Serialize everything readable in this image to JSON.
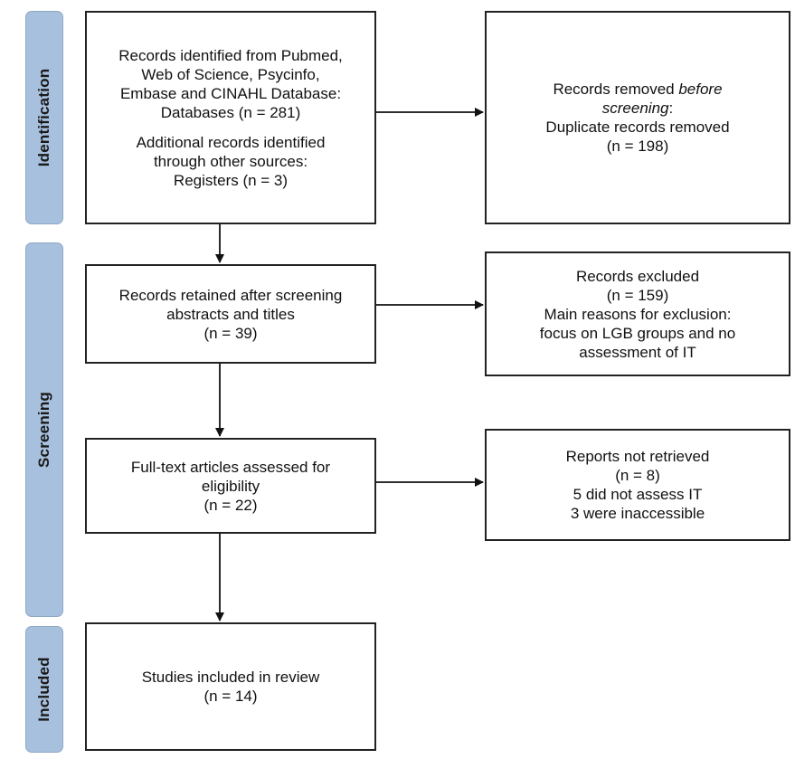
{
  "phases": {
    "identification": "Identification",
    "screening": "Screening",
    "included": "Included"
  },
  "boxes": {
    "identified": {
      "group1": [
        "Records identified from Pubmed,",
        "Web of Science, Psycinfo,",
        "Embase and CINAHL Database:",
        "Databases (n = 281)"
      ],
      "group2": [
        "Additional records identified",
        "through other sources:",
        "Registers (n = 3)"
      ]
    },
    "removed": {
      "line1_prefix": "Records removed ",
      "line1_emph": "before",
      "line2_emph": "screening",
      "line2_suffix": ":",
      "lines": [
        "Duplicate records removed",
        "(n = 198)"
      ]
    },
    "retained": {
      "lines": [
        "Records retained after screening",
        "abstracts and titles",
        "(n = 39)"
      ]
    },
    "excluded": {
      "lines": [
        "Records excluded",
        "(n = 159)",
        "Main reasons for exclusion:",
        "focus on LGB groups and no",
        "assessment of IT"
      ]
    },
    "fulltext": {
      "lines": [
        "Full-text articles assessed for",
        "eligibility",
        "(n = 22)"
      ]
    },
    "not_retrieved": {
      "lines": [
        "Reports not retrieved",
        "(n = 8)",
        "5 did not assess IT",
        "3 were inaccessible"
      ]
    },
    "included": {
      "lines": [
        "Studies included in review",
        "(n = 14)"
      ]
    }
  }
}
